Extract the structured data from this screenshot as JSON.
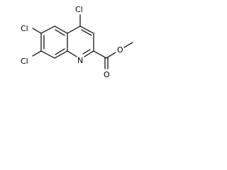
{
  "structure": {
    "atoms": {
      "cl4": "Cl",
      "cl6": "Cl",
      "cl7": "Cl",
      "n1": "N",
      "o_carbonyl": "O",
      "o_ester": "O"
    }
  },
  "colors": {
    "bond": "#000000",
    "label": "#000000",
    "background": "#ffffff"
  }
}
